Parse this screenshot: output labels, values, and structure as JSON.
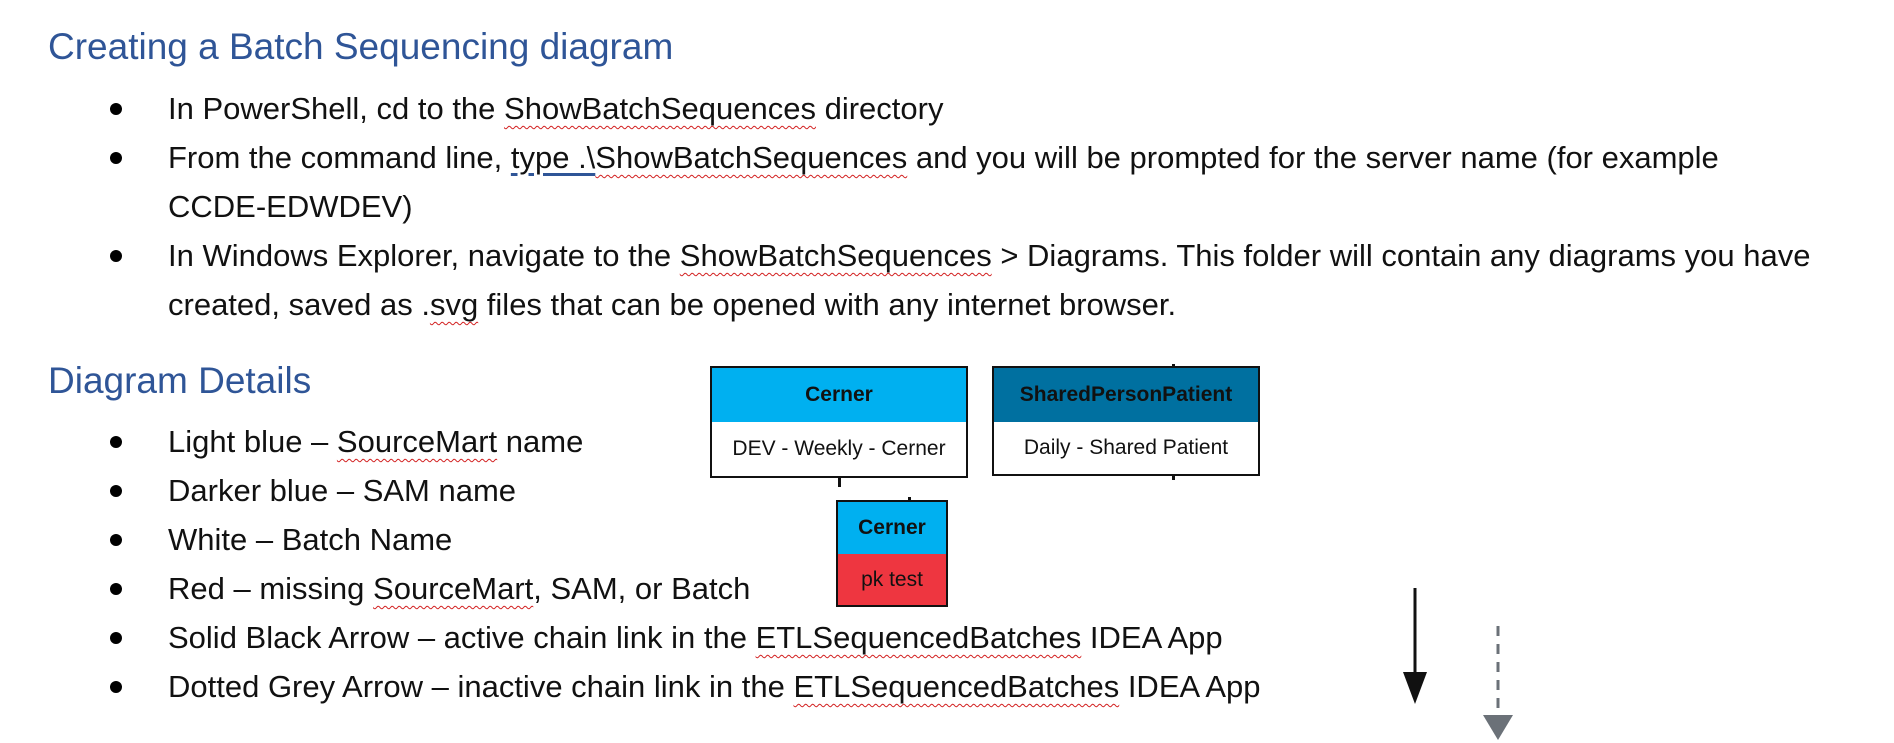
{
  "section1": {
    "heading": "Creating a Batch Sequencing diagram",
    "bullets": [
      {
        "a": "In PowerShell, cd to the ",
        "b": "ShowBatchSequences",
        "c": " directory"
      },
      {
        "a": "From the command line, ",
        "u": "type .\\",
        "b": "ShowBatchSequences",
        "c": " and you will be prompted for the server name (for example CCDE-EDWDEV)"
      },
      {
        "a": "In Windows Explorer, navigate to the ",
        "b": "ShowBatchSequences",
        "c": " > Diagrams.  This folder will contain any diagrams you have created, saved as .",
        "d": "svg",
        "e": " files that can be opened with any internet browser."
      }
    ]
  },
  "section2": {
    "heading": "Diagram Details",
    "bullets": [
      {
        "a": "Light blue – ",
        "b": "SourceMart",
        "c": " name"
      },
      {
        "a": "Darker blue – SAM name"
      },
      {
        "a": "White – Batch Name"
      },
      {
        "a": "Red – missing ",
        "b": "SourceMart",
        "c": ", SAM, or Batch"
      },
      {
        "a": "Solid Black Arrow – active chain link in the ",
        "b": "ETLSequencedBatches",
        "c": " IDEA App"
      },
      {
        "a": "Dotted Grey Arrow – inactive chain link in the ",
        "b": "ETLSequencedBatches",
        "c": " IDEA App"
      }
    ]
  },
  "diagram": {
    "node1": {
      "top": "Cerner",
      "bottom": "DEV - Weekly - Cerner",
      "top_color": "#00b0f0",
      "bottom_color": "#ffffff"
    },
    "node2": {
      "top": "SharedPersonPatient",
      "bottom": "Daily - Shared Patient",
      "top_color": "#0070a0",
      "bottom_color": "#ffffff"
    },
    "node3": {
      "top": "Cerner",
      "bottom": "pk test",
      "top_color": "#00b0f0",
      "bottom_color": "#ee3640"
    },
    "active_arrow_color": "#111111",
    "inactive_arrow_color": "#6b7178"
  }
}
